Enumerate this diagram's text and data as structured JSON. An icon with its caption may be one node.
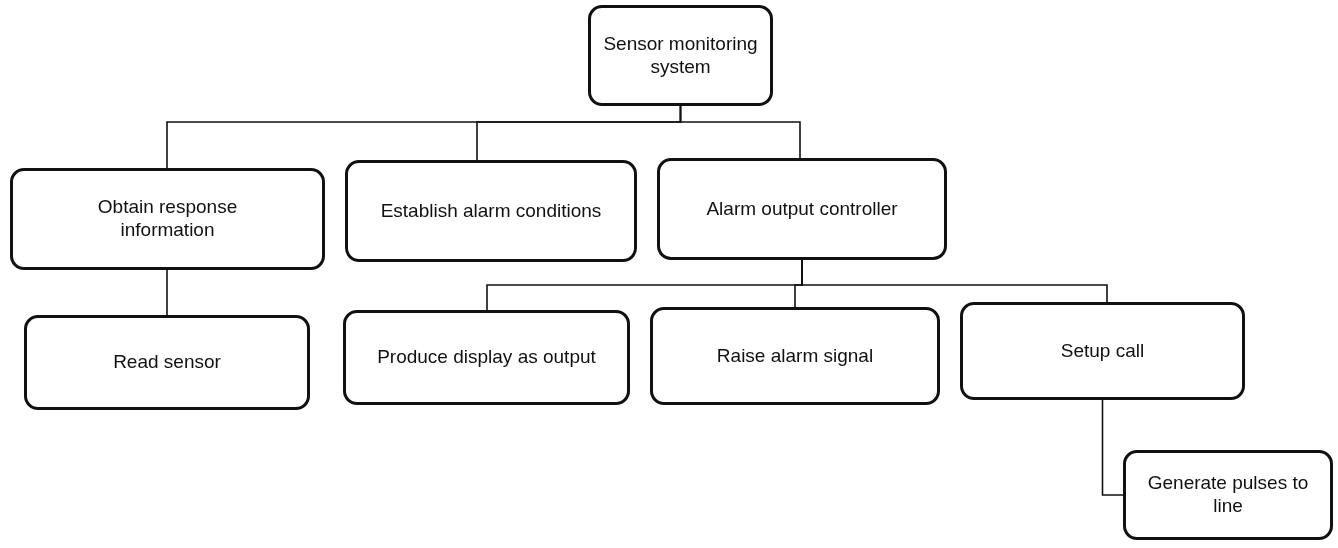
{
  "diagram": {
    "nodes": [
      {
        "text": [
          "Sensor monitoring system"
        ]
      },
      {
        "text": [
          "Obtain response information"
        ]
      },
      {
        "text": [
          "Establish alarm conditions"
        ]
      },
      {
        "text": [
          "Alarm output controller"
        ]
      },
      {
        "text": [
          "Read sensor"
        ]
      },
      {
        "text": [
          "Produce display as output"
        ]
      },
      {
        "text": [
          "Raise alarm signal"
        ]
      },
      {
        "text": [
          "Setup call"
        ]
      },
      {
        "text": [
          "Generate pulses to line"
        ]
      }
    ],
    "edges": [
      {
        "from": 0,
        "to": 1,
        "arrow": "none"
      },
      {
        "from": 0,
        "to": 2,
        "arrow": "none"
      },
      {
        "from": 0,
        "to": 3,
        "arrow": "none"
      },
      {
        "from": 1,
        "to": 4,
        "arrow": "none"
      },
      {
        "from": 3,
        "to": 5,
        "arrow": "none"
      },
      {
        "from": 3,
        "to": 6,
        "arrow": "none"
      },
      {
        "from": 3,
        "to": 7,
        "arrow": "none"
      },
      {
        "from": 7,
        "to": 8,
        "arrow": "none"
      }
    ]
  }
}
